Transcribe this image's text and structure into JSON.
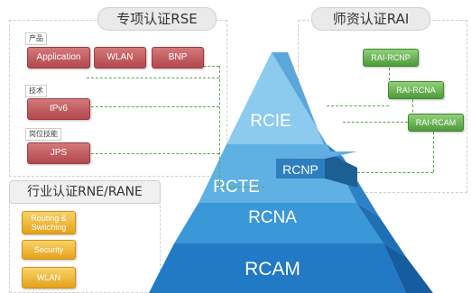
{
  "rse": {
    "title": "专项认证RSE",
    "categories": {
      "product": "产品",
      "tech": "技术",
      "skill": "岗位技能"
    },
    "buttons": {
      "application": "Application",
      "wlan": "WLAN",
      "bnp": "BNP",
      "ipv6": "IPv6",
      "jps": "JPS"
    }
  },
  "rai": {
    "title": "师资认证RAI",
    "buttons": {
      "rcnp": "RAI-RCNP",
      "rcna": "RAI-RCNA",
      "rcam": "RAI-RCAM"
    }
  },
  "rne": {
    "title": "行业认证RNE/RANE",
    "buttons": {
      "routing": "Routing & Switching",
      "security": "Security",
      "wlan": "WLAN"
    }
  },
  "pyramid": {
    "rcie": "RCIE",
    "rcte": "RCTE",
    "rcnp": "RCNP",
    "rcna": "RCNA",
    "rcam": "RCAM"
  },
  "colors": {
    "red_button": "#c05a5e",
    "green_button": "#66b150",
    "yellow_button": "#f0b836",
    "pyramid_light": "#9fd4ef",
    "pyramid_dark": "#1d71b8"
  }
}
